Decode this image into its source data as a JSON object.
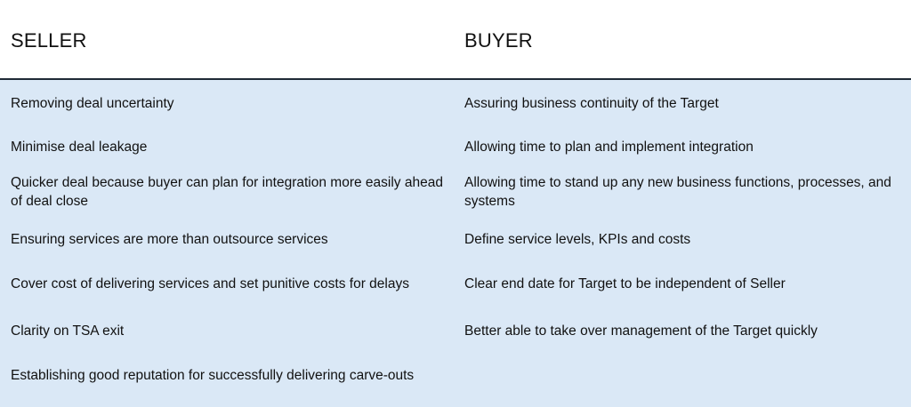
{
  "header": {
    "seller": "SELLER",
    "buyer": "BUYER"
  },
  "rows": [
    {
      "seller": "Removing deal uncertainty",
      "buyer": "Assuring business continuity of the Target"
    },
    {
      "seller": "Minimise deal leakage",
      "buyer": "Allowing time to plan and implement integration"
    },
    {
      "seller": "Quicker deal because buyer can plan for integration more easily ahead of deal close",
      "buyer": "Allowing time to stand up any new business functions, processes, and systems"
    },
    {
      "seller": "Ensuring services are more than outsource services",
      "buyer": "Define service levels, KPIs and costs"
    },
    {
      "seller": "Cover cost of delivering services and set punitive costs for delays",
      "buyer": "Clear end date for Target to be independent of Seller"
    },
    {
      "seller": "Clarity on TSA exit",
      "buyer": "Better able to take over management of the Target quickly"
    },
    {
      "seller": "Establishing good reputation for successfully delivering carve-outs",
      "buyer": ""
    }
  ]
}
